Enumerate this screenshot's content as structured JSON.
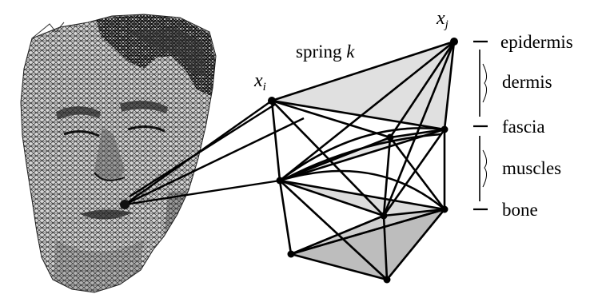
{
  "figure": {
    "spring_label_prefix": "spring ",
    "spring_label_var": "k",
    "node_i": {
      "base": "x",
      "sub": "i"
    },
    "node_j": {
      "base": "x",
      "sub": "j"
    },
    "layers": [
      "epidermis",
      "dermis",
      "fascia",
      "muscles",
      "bone"
    ],
    "colors": {
      "ink": "#000000",
      "face_fill": "#cfcfcf",
      "face_mesh": "#111111",
      "prism_light": "#e2e2e2",
      "prism_mid": "#d4d4d4",
      "prism_dark": "#bdbdbd"
    }
  }
}
